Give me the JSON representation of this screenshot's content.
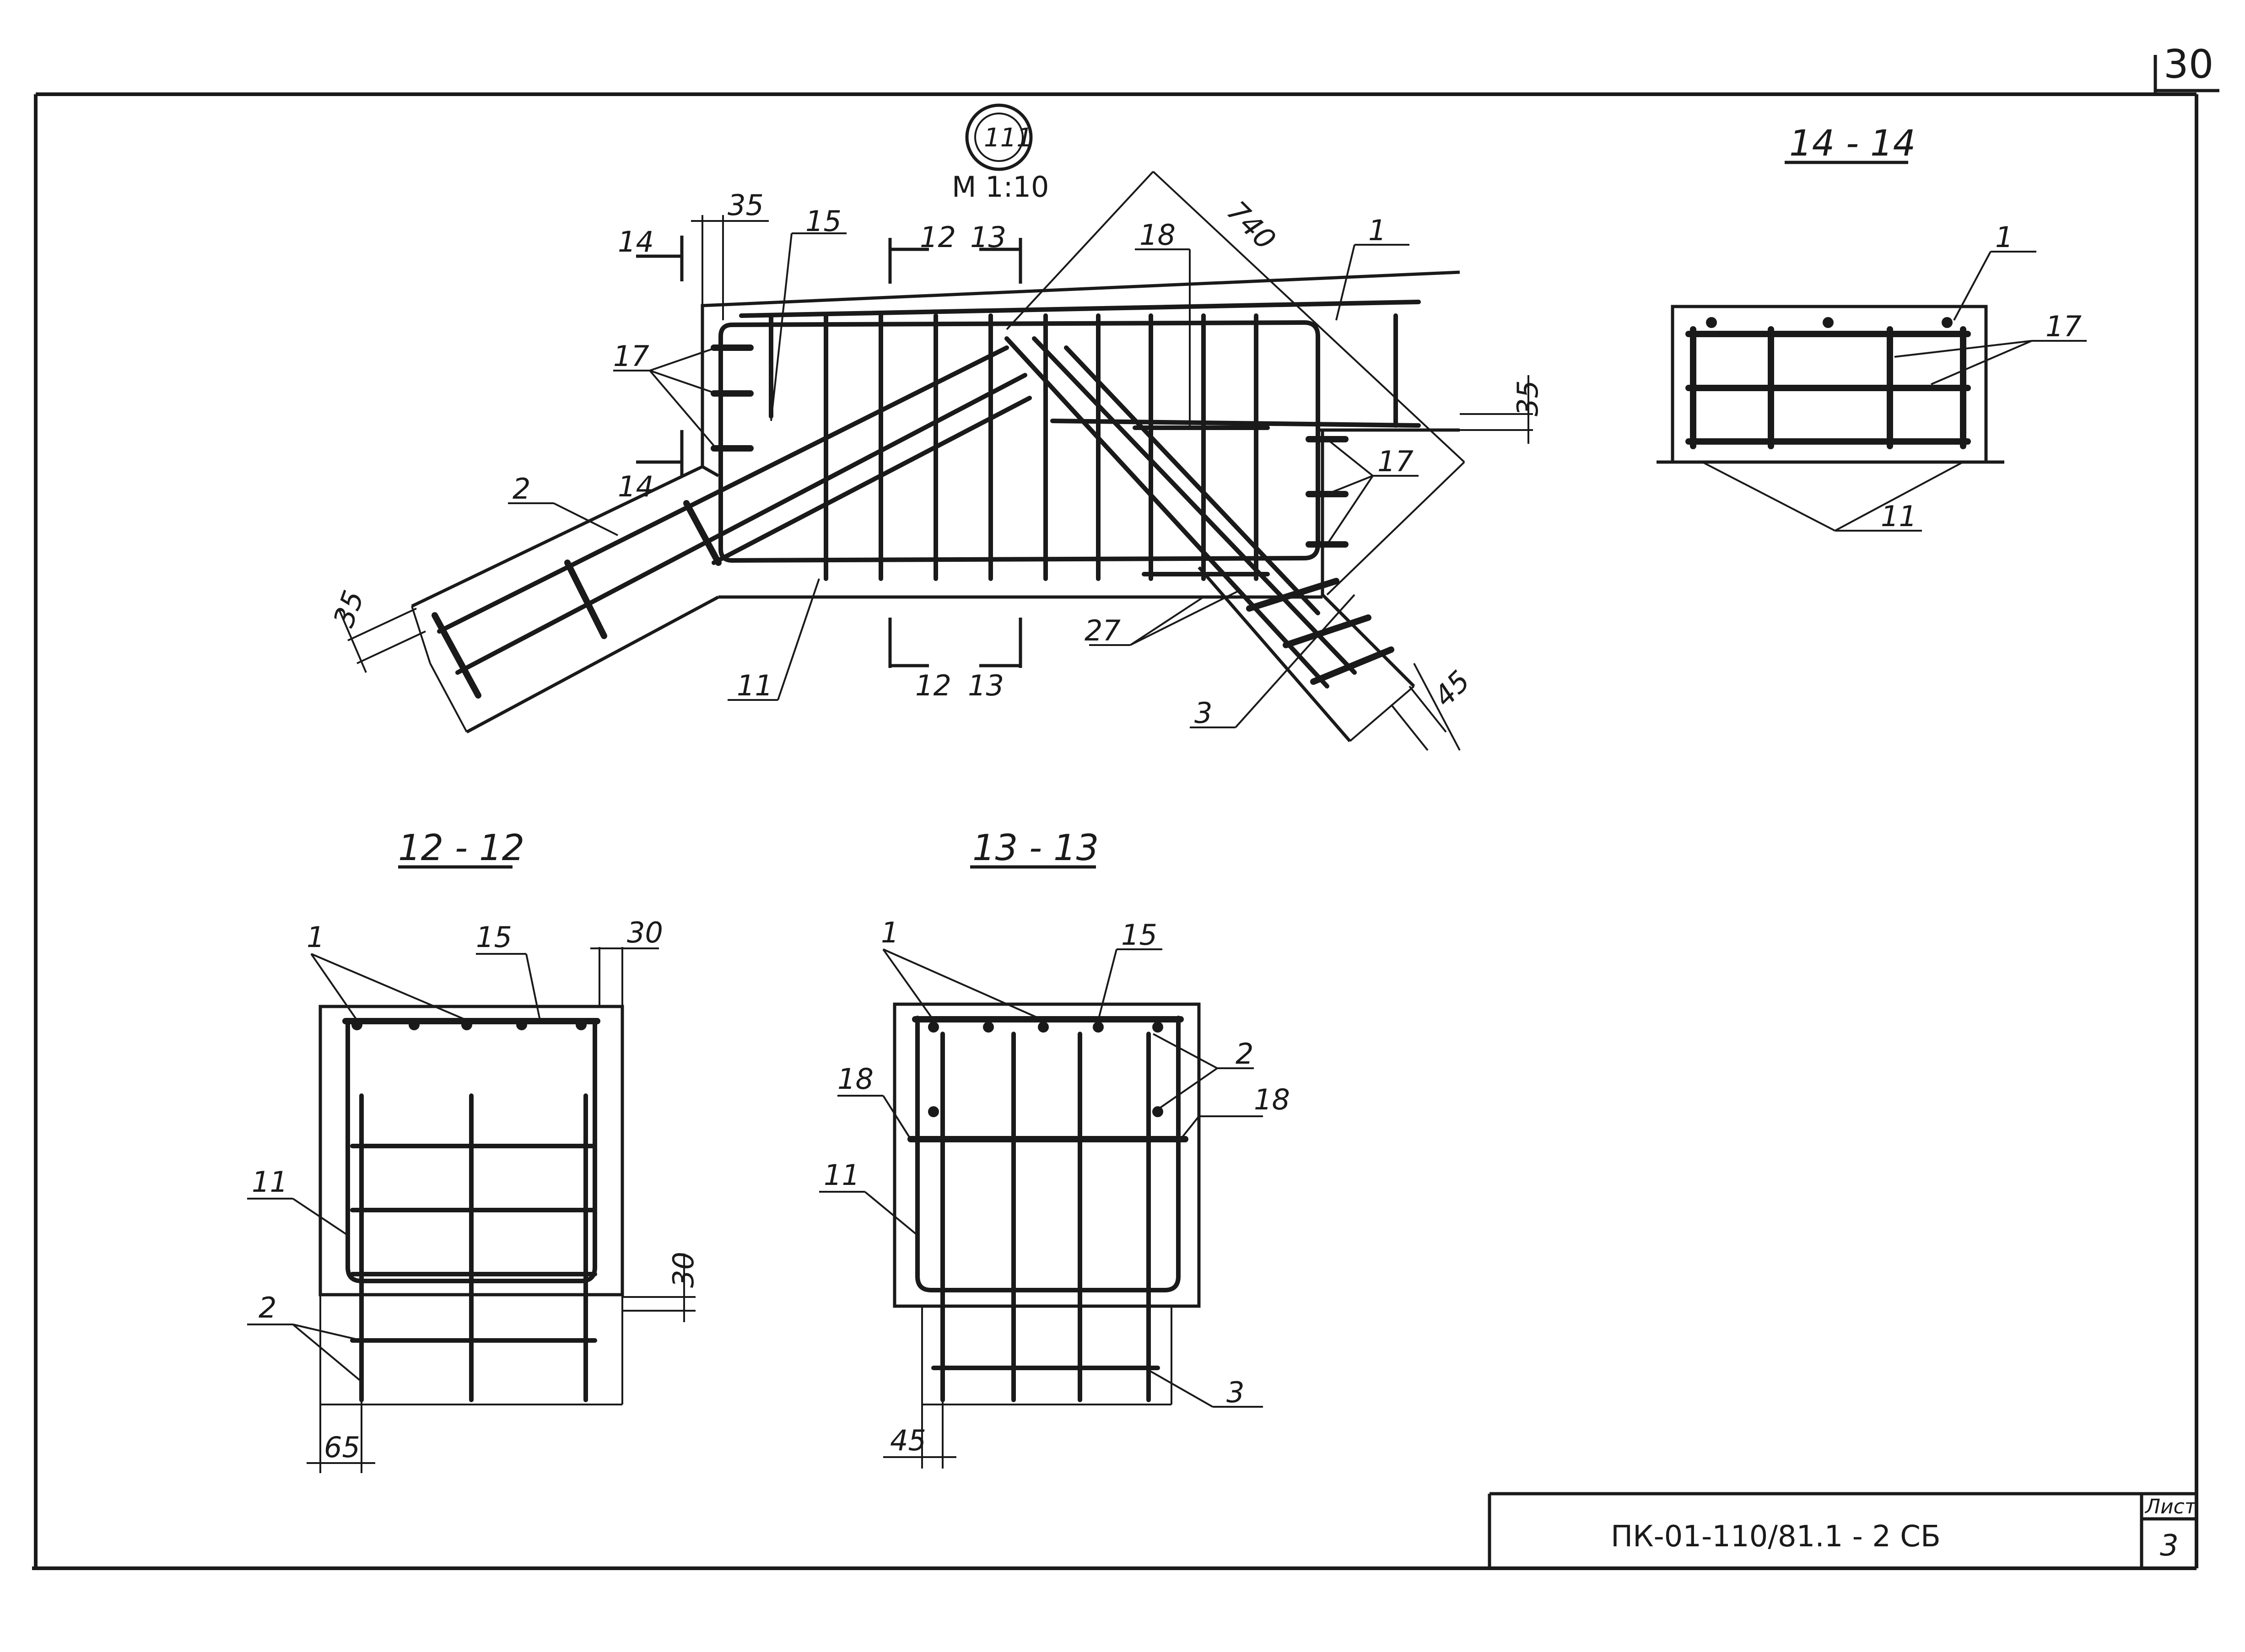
{
  "sheet_number_top": "30",
  "detail_marker": "111",
  "scale": "М 1:10",
  "main_view": {
    "dimensions": {
      "d35_top": "35",
      "d740": "740",
      "d35_right": "35",
      "d35_left": "35",
      "d45": "45"
    },
    "cut_labels": {
      "c14_top": "14",
      "c14_bottom": "14",
      "c12_top": "12",
      "c13_top": "13",
      "c12_bottom": "12",
      "c13_bottom": "13"
    },
    "callouts": {
      "p15": "15",
      "p18": "18",
      "p1": "1",
      "p17_left": "17",
      "p17_right": "17",
      "p2": "2",
      "p27": "27",
      "p11": "11",
      "p3": "3"
    }
  },
  "section_14": {
    "title": "14 - 14",
    "p1": "1",
    "p17": "17",
    "p11": "11"
  },
  "section_12": {
    "title": "12 - 12",
    "p1": "1",
    "p15": "15",
    "d30_top": "30",
    "p11": "11",
    "d30_side": "30",
    "p2": "2",
    "d65": "65"
  },
  "section_13": {
    "title": "13 - 13",
    "p1": "1",
    "p15": "15",
    "p2": "2",
    "p18_left": "18",
    "p18_right": "18",
    "p11": "11",
    "p3": "3",
    "d45": "45"
  },
  "title_block": {
    "code": "ПК-01-110/81.1 - 2 СБ",
    "sheet_label": "Лист",
    "sheet_value": "3"
  }
}
